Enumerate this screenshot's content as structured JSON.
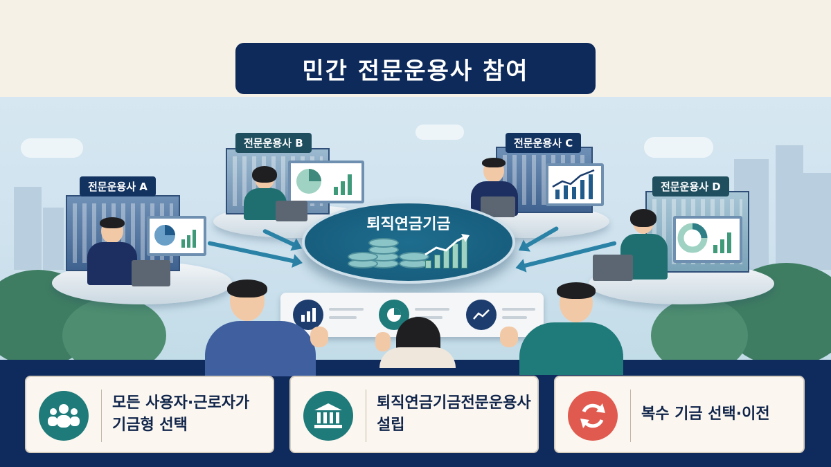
{
  "title": "민간 전문운용사 참여",
  "managers": {
    "a": "전문운용사 A",
    "b": "전문운용사 B",
    "c": "전문운용사 C",
    "d": "전문운용사 D"
  },
  "hub": {
    "title": "퇴직연금기금"
  },
  "dashboard": {
    "icons": [
      "bar-chart-icon",
      "pie-chart-icon",
      "trend-line-icon"
    ]
  },
  "cards": [
    {
      "line1": "모든 사용자·근로자가",
      "line2": "기금형 선택",
      "icon": "people-group-icon",
      "color": "#1f7a7a"
    },
    {
      "line1": "퇴직연금기금전문운용사",
      "line2": "설립",
      "icon": "bank-building-icon",
      "color": "#1f7a7a"
    },
    {
      "line1": "복수 기금 선택·이전",
      "line2": "",
      "icon": "refresh-cycle-icon",
      "color": "#e05a4f"
    }
  ],
  "colors": {
    "navy": "#0e2a5a",
    "teal": "#1f7a7a",
    "coral": "#e05a4f",
    "cream": "#f6f1e7"
  }
}
